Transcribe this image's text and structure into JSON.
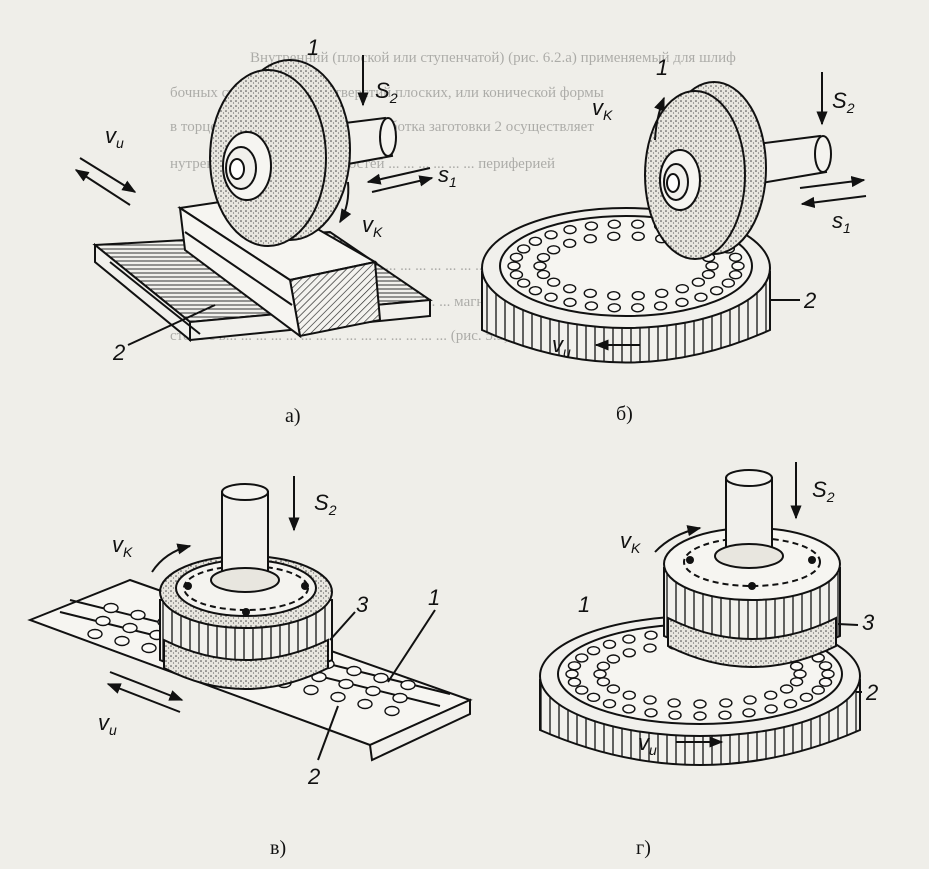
{
  "background_text": [
    "Внутренний (плоской или ступенчатой) (рис. 6.2.а) применяемый для шлиф",
    "бочных стенок и глухих отверстий плоских, или конической формы",
    "в торцов... ... ... ... ... деталей. Обработка заготовки 2 осуществляет",
    "нутренней... ... ... ... ... плоскостей ... ... ... ... ... ... периферией"
  ],
  "background_text_2": [
    "При ... ... ... ... ... ... ... ... ... ... ... ... ... ... ... ... ... ... ... ... плоскостей",
    "поверх... ... ... ... ... ... ... ... ... ... ... ... ... ... ... ... магнитной",
    "столе с в... ... ... ... ... ... ... ... ... ... ... ... ... ... ... (рис. 5.5)"
  ],
  "panels": {
    "a": {
      "caption": "а)",
      "labels": {
        "wheel": "1",
        "workpiece": "2",
        "s2": "S",
        "s2sub": "2",
        "s1": "s",
        "s1sub": "1",
        "vu": "v",
        "vusub": "и",
        "vk": "v",
        "vksub": "K"
      }
    },
    "b": {
      "caption": "б)",
      "labels": {
        "wheel": "1",
        "table": "2",
        "s2": "S",
        "s2sub": "2",
        "s1": "s",
        "s1sub": "1",
        "vu": "v",
        "vusub": "и",
        "vk": "v",
        "vksub": "K"
      }
    },
    "c": {
      "caption": "в)",
      "labels": {
        "table": "1",
        "parts": "2",
        "wheel": "3",
        "s2": "S",
        "s2sub": "2",
        "vu": "v",
        "vusub": "и",
        "vk": "v",
        "vksub": "K"
      }
    },
    "d": {
      "caption": "г)",
      "labels": {
        "parts": "1",
        "table": "2",
        "wheel": "3",
        "s2": "S",
        "s2sub": "2",
        "vu": "v",
        "vusub": "и",
        "vk": "v",
        "vksub": "K"
      }
    }
  },
  "colors": {
    "ink": "#111111",
    "paper": "#efeee9",
    "stipple": "#555555"
  }
}
